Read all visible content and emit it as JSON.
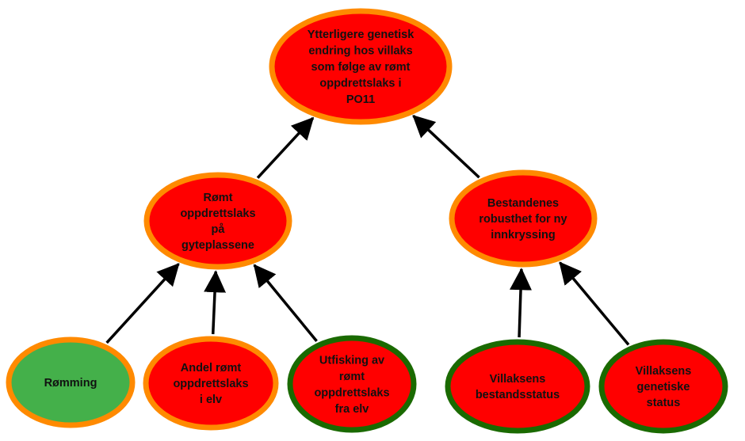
{
  "colors": {
    "node_fill_red": "#ff0000",
    "node_fill_green": "#44b04a",
    "border_orange": "#ff8a00",
    "border_green": "#1a6a00",
    "edge": "#000000"
  },
  "nodes": {
    "top": {
      "lines": [
        "Ytterligere genetisk",
        "endring hos villaks",
        "som følge av rømt",
        "oppdrettslaks i",
        "PO11"
      ],
      "fill": "red",
      "border": "orange"
    },
    "romt_gyteplassene": {
      "lines": [
        "Rømt",
        "oppdrettslaks",
        "på",
        "gyteplassene"
      ],
      "fill": "red",
      "border": "orange"
    },
    "bestandenes_robusthet": {
      "lines": [
        "Bestandenes",
        "robusthet for ny",
        "innkryssing"
      ],
      "fill": "red",
      "border": "orange"
    },
    "romming": {
      "lines": [
        "Rømming"
      ],
      "fill": "green",
      "border": "orange"
    },
    "andel_romt": {
      "lines": [
        "Andel rømt",
        "oppdrettslaks",
        "i elv"
      ],
      "fill": "red",
      "border": "orange"
    },
    "utfisking": {
      "lines": [
        "Utfisking av",
        "rømt",
        "oppdrettslaks",
        "fra elv"
      ],
      "fill": "red",
      "border": "green"
    },
    "bestandsstatus": {
      "lines": [
        "Villaksens",
        "bestandsstatus"
      ],
      "fill": "red",
      "border": "green"
    },
    "genetisk_status": {
      "lines": [
        "Villaksens",
        "genetiske",
        "status"
      ],
      "fill": "red",
      "border": "green"
    }
  },
  "edges": [
    {
      "from": "romt_gyteplassene",
      "to": "top"
    },
    {
      "from": "bestandenes_robusthet",
      "to": "top"
    },
    {
      "from": "romming",
      "to": "romt_gyteplassene"
    },
    {
      "from": "andel_romt",
      "to": "romt_gyteplassene"
    },
    {
      "from": "utfisking",
      "to": "romt_gyteplassene"
    },
    {
      "from": "bestandsstatus",
      "to": "bestandenes_robusthet"
    },
    {
      "from": "genetisk_status",
      "to": "bestandenes_robusthet"
    }
  ]
}
